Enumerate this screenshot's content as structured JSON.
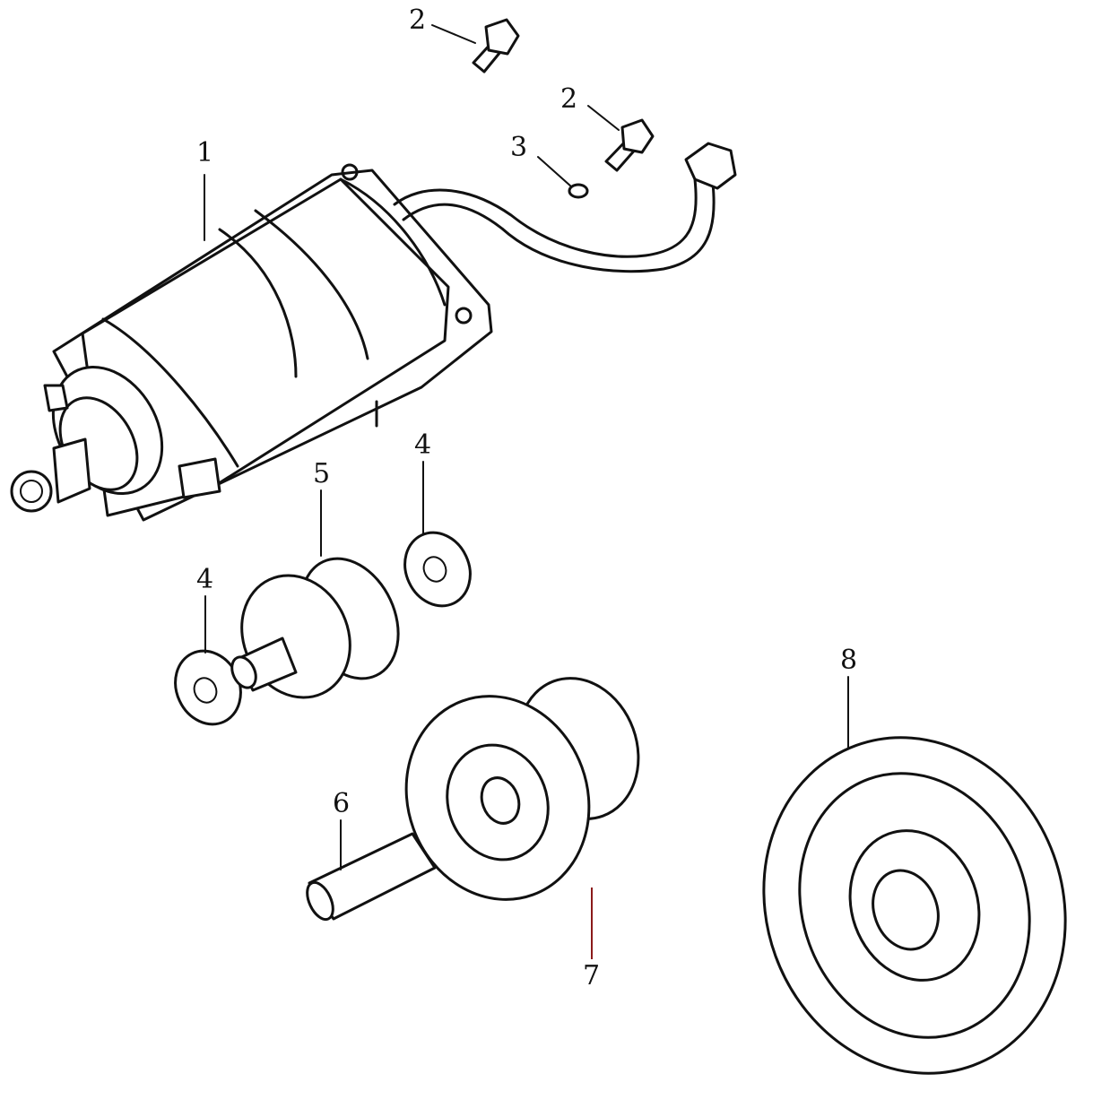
{
  "callouts": [
    {
      "id": "1",
      "text": "1"
    },
    {
      "id": "2a",
      "text": "2"
    },
    {
      "id": "2b",
      "text": "2"
    },
    {
      "id": "3",
      "text": "3"
    },
    {
      "id": "4a",
      "text": "4"
    },
    {
      "id": "4b",
      "text": "4"
    },
    {
      "id": "5",
      "text": "5"
    },
    {
      "id": "6",
      "text": "6"
    },
    {
      "id": "7",
      "text": "7"
    },
    {
      "id": "8",
      "text": "8"
    }
  ],
  "colors": {
    "line": "#111111",
    "leader_7": "#8b1a1a",
    "background": "#ffffff"
  }
}
